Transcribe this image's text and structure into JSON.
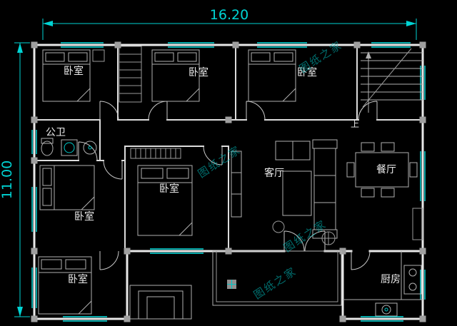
{
  "drawing": {
    "dimensions": {
      "width_label": "16.20",
      "height_label": "11.00"
    },
    "rooms": [
      {
        "id": "bedroom-top-left",
        "label": "卧室"
      },
      {
        "id": "bedroom-top-middle",
        "label": "卧室"
      },
      {
        "id": "bedroom-top-right",
        "label": "卧室"
      },
      {
        "id": "bathroom",
        "label": "公卫"
      },
      {
        "id": "bedroom-mid-left",
        "label": "卧室"
      },
      {
        "id": "bedroom-mid-center",
        "label": "卧室"
      },
      {
        "id": "living-room",
        "label": "客厅"
      },
      {
        "id": "dining-room",
        "label": "餐厅"
      },
      {
        "id": "bedroom-bottom-left",
        "label": "卧室"
      },
      {
        "id": "kitchen",
        "label": "厨房"
      }
    ],
    "stairs": {
      "up_label": "上"
    },
    "watermark": {
      "text": "图纸之家"
    },
    "colors": {
      "background": "#000000",
      "wall": "#e8e8e8",
      "window": "#00e0e0",
      "dimension": "#00d4d4",
      "watermark": "#00c4c4",
      "label": "#ededed"
    }
  }
}
